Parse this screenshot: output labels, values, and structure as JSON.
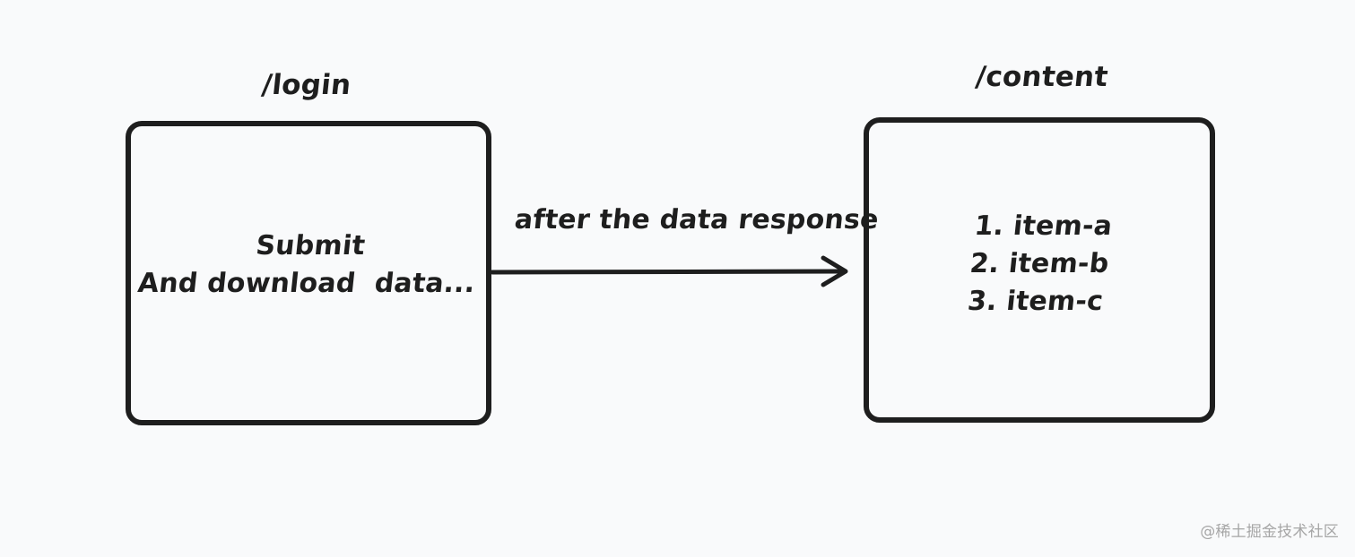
{
  "diagram": {
    "login": {
      "route": "/login",
      "lines": [
        "Submit",
        "And download  data..."
      ]
    },
    "content": {
      "route": "/content",
      "items": [
        "1. item-a",
        "2. item-b",
        "3. item-c"
      ]
    },
    "arrow": {
      "label": "after the data response"
    }
  },
  "watermark": "@稀土掘金技术社区",
  "colors": {
    "background": "#f9fafb",
    "stroke": "#1e1e1e",
    "watermark": "#a6a6a6"
  }
}
